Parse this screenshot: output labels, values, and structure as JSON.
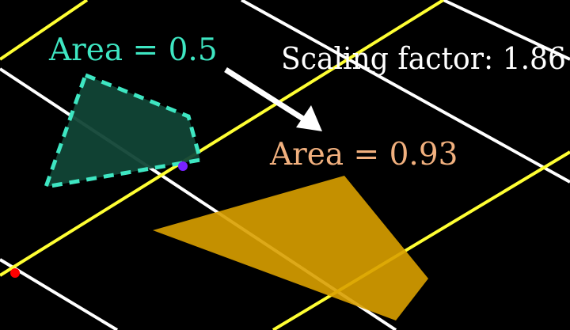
{
  "colors": {
    "background": "#000000",
    "grid_white": "#ffffff",
    "grid_yellow": "#ffff33",
    "original_shape_fill": "#114436",
    "original_shape_stroke": "#3ee6c2",
    "transformed_shape_fill": "#d9a000",
    "original_label": "#3ee6c2",
    "transformed_label": "#f1b07e",
    "scaling_label": "#ffffff",
    "origin_point": "#ff0000",
    "vertex_point": "#7722ff",
    "arrow": "#ffffff"
  },
  "labels": {
    "original_area": "Area = 0.5",
    "transformed_area": "Area = 0.93",
    "scaling_factor": "Scaling factor: 1.86"
  },
  "icons": {
    "arrow": "arrow-right-down-icon"
  }
}
